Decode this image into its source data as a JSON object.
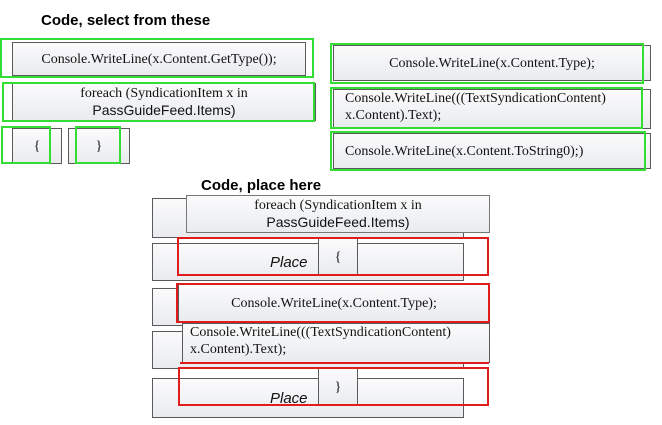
{
  "source": {
    "heading": "Code, select from these",
    "items": [
      "Console.WriteLine(x.Content.GetType());",
      "foreach (SyndicationItem x in",
      "PassGuideFeed.Items)",
      "{",
      "}",
      "Console.WriteLine(x.Content.Type);",
      "Console.WriteLine(((TextSyndicationContent)",
      "x.Content).Text);",
      "Console.WriteLine(x.Content.ToString0);)"
    ]
  },
  "target": {
    "heading": "Code, place here",
    "placeholder": "Place",
    "items": [
      "foreach (SyndicationItem x in",
      "PassGuideFeed.Items)",
      "{",
      "Console.WriteLine(x.Content.Type);",
      "Console.WriteLine(((TextSyndicationContent)",
      "x.Content).Text);",
      "}"
    ]
  },
  "colors": {
    "selection_green": "#33dd33",
    "placement_red": "#e01c1c"
  }
}
